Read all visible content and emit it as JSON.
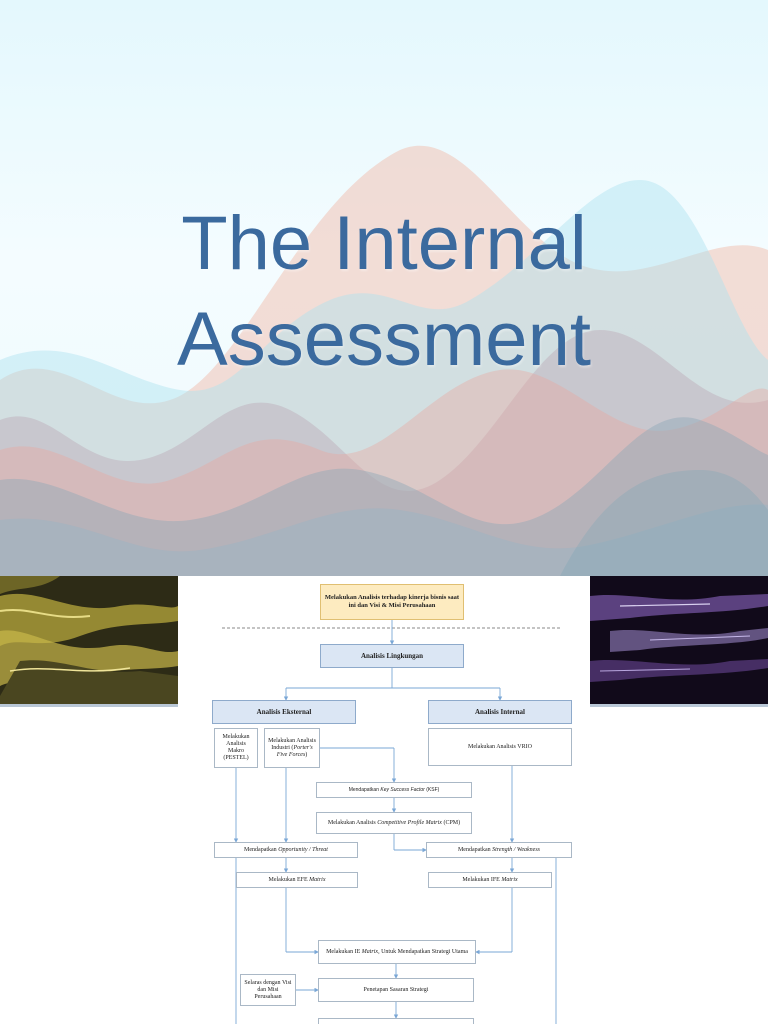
{
  "slide": {
    "title_line1": "The Internal",
    "title_line2": "Assessment",
    "title_color": "#3b6a9e"
  },
  "diagram": {
    "top_box": "Melakukan Analisis terhadap kinerja bisnis saat ini dan Visi & Misi Perusahaan",
    "lingkungan": "Analisis Lingkungan",
    "eksternal": "Analisis Eksternal",
    "internal": "Analisis Internal",
    "makro": "Melakukan Analisis Makro (PESTEL)",
    "industri_a": "Melakukan Analisis Industri (",
    "industri_b": "Porter's Five Forces",
    "industri_c": ")",
    "vrio": "Melakukan Analisis VRIO",
    "ksf_a": "Mendapatkan ",
    "ksf_b": "Key Success Factor",
    "ksf_c": " (KSF)",
    "cpm_a": "Melakukan Analisis ",
    "cpm_b": "Competitive Profile Matrix",
    "cpm_c": " (CPM)",
    "ot_a": "Mendapatkan ",
    "ot_b": "Opportunity / Threat",
    "sw_a": "Mendapatkan ",
    "sw_b": "Strength / Weakness",
    "efe_a": "Melakukan EFE ",
    "efe_b": "Matrix",
    "ife_a": "Melakukan IFE ",
    "ife_b": "Matrix",
    "ie_a": "Melakukan IE ",
    "ie_b": "Matrix",
    "ie_c": ", Untuk Mendapatkan Strategi Utama",
    "visi": "Selaras dengan Visi dan Misi Perusahaan",
    "sasaran": "Penetapan Sasaran Strategi"
  }
}
